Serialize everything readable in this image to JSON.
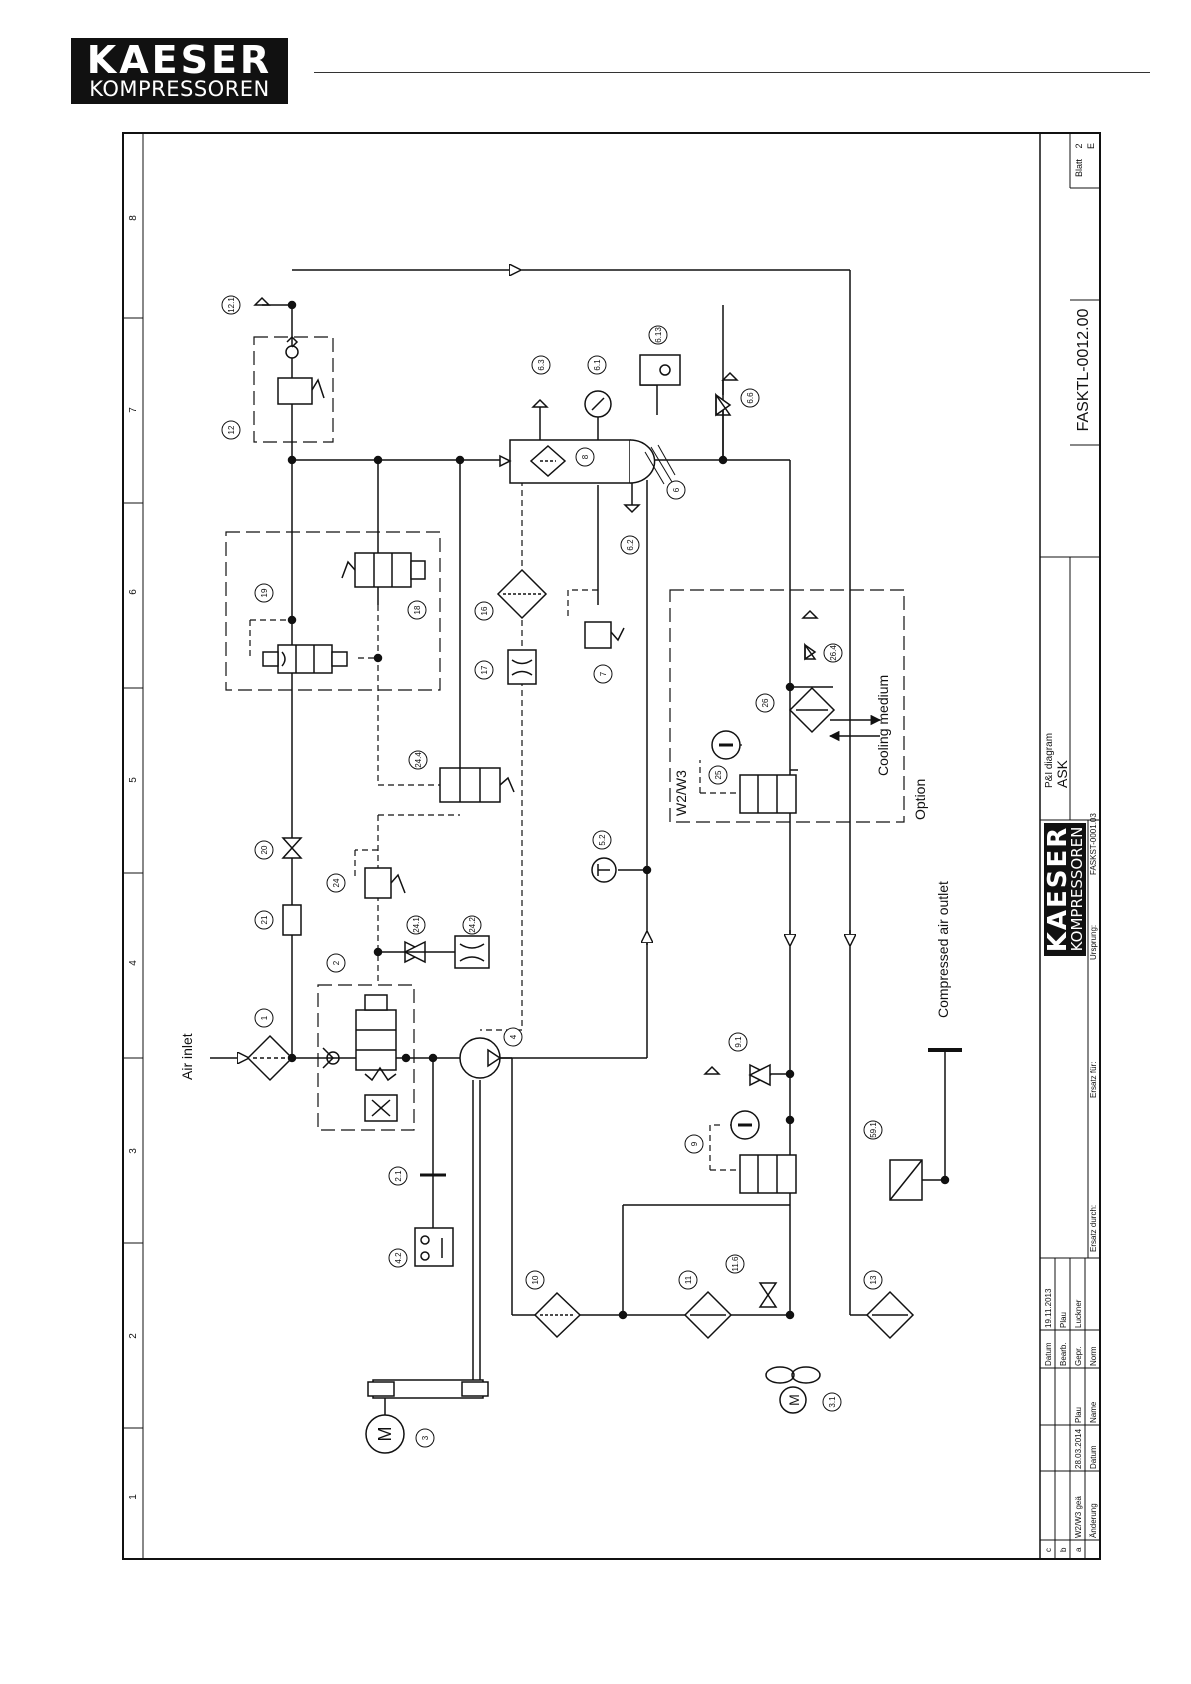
{
  "header": {
    "logo_line1": "KAESER",
    "logo_line2": "KOMPRESSOREN"
  },
  "diagram": {
    "labels": {
      "air_inlet": "Air inlet",
      "compressed_air_outlet": "Compressed air outlet",
      "cooling_medium": "Cooling medium",
      "option": "Option",
      "w2w3": "W2/W3"
    },
    "components": [
      "1",
      "2",
      "2.1",
      "3",
      "3.1",
      "4",
      "4.2",
      "5.2",
      "6",
      "6.1",
      "6.2",
      "6.3",
      "6.6",
      "6.13",
      "7",
      "8",
      "9",
      "9.1",
      "10",
      "11",
      "11.6",
      "12",
      "12.1",
      "13",
      "16",
      "17",
      "18",
      "19",
      "20",
      "21",
      "24",
      "24.1",
      "24.2",
      "24.4",
      "25",
      "26",
      "26.4",
      "59.1"
    ],
    "grid_columns": [
      "1",
      "2",
      "3",
      "4",
      "5",
      "6",
      "7",
      "8"
    ]
  },
  "title_block": {
    "drawing_type": "P&I diagram",
    "model": "ASK",
    "drawing_number": "FASKTL-0012.00",
    "logo_line1": "KAESER",
    "logo_line2": "KOMPRESSOREN",
    "origin_label": "Ursprung:",
    "origin_value": "FASKST-0001.03",
    "replaces_label": "Ersatz für:",
    "replaced_by_label": "Ersatz durch:",
    "sheet_label": "Blatt",
    "sheet_value": "2",
    "sheet_sub": "E",
    "meta_rows": [
      {
        "label": "Datum",
        "value": "19.11.2013"
      },
      {
        "label": "Bearb.",
        "value": "Plau"
      },
      {
        "label": "Gepr.",
        "value": "Luckner"
      },
      {
        "label": "Norm",
        "value": ""
      }
    ],
    "revision_letters": [
      "c",
      "b",
      "a"
    ],
    "revision_a": {
      "change": "W2/W3 geä",
      "date": "28.03.2014",
      "name": "Plau"
    },
    "revision_headers": {
      "change": "Änderung",
      "date": "Datum",
      "name": "Name"
    }
  }
}
